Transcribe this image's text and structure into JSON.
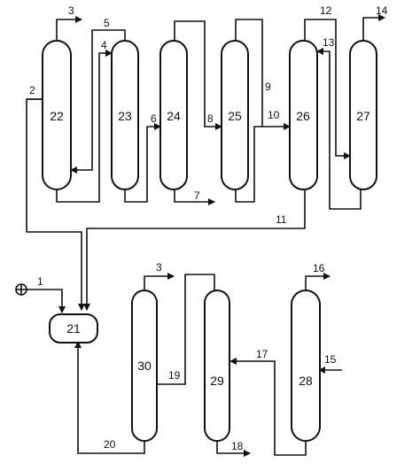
{
  "streams": {
    "s1": "1",
    "s2": "2",
    "s3a": "3",
    "s3b": "3",
    "s4": "4",
    "s5": "5",
    "s6": "6",
    "s7": "7",
    "s8": "8",
    "s9": "9",
    "s10": "10",
    "s11": "11",
    "s12": "12",
    "s13": "13",
    "s14": "14",
    "s15": "15",
    "s16": "16",
    "s17": "17",
    "s18": "18",
    "s19": "19",
    "s20": "20"
  },
  "vessels": {
    "v21": "21",
    "v22": "22",
    "v23": "23",
    "v24": "24",
    "v25": "25",
    "v26": "26",
    "v27": "27",
    "v28": "28",
    "v29": "29",
    "v30": "30"
  },
  "feed_symbol": "mixer-feed-icon",
  "colors": {
    "line": "#111111",
    "background": "#ffffff"
  }
}
